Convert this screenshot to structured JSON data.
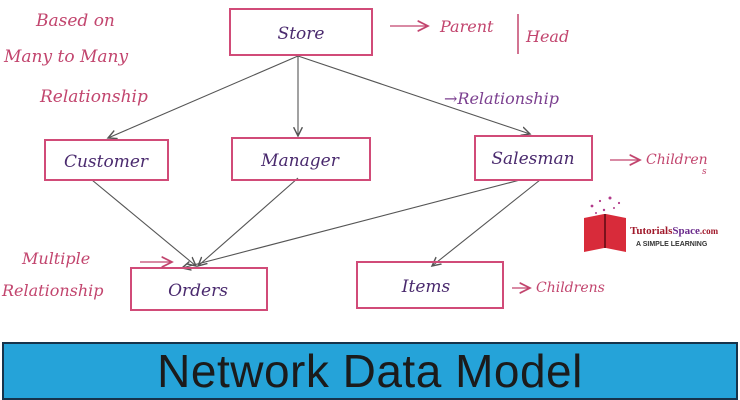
{
  "nodes": {
    "store": "Store",
    "customer": "Customer",
    "manager": "Manager",
    "salesman": "Salesman",
    "orders": "Orders",
    "items": "Items"
  },
  "annotations": {
    "based_on": [
      "Based on",
      "Many to Many",
      "Relationship"
    ],
    "parent": "Parent",
    "head": "Head",
    "relationship": "→Relationship",
    "children": "Children",
    "children_sub": "s",
    "multiple": [
      "Multiple",
      "Relationship"
    ],
    "childrens": "Childrens"
  },
  "logo": {
    "name_part1": "Tutorials",
    "name_part2": "Space",
    "domain": ".com",
    "tagline": "A SIMPLE LEARNING"
  },
  "banner": {
    "title": "Network Data Model"
  },
  "colors": {
    "box_stroke": "#d14b78",
    "annotation": "#c2456e",
    "line": "#555555",
    "banner_bg": "#25a3d9",
    "banner_border": "#16334b"
  }
}
